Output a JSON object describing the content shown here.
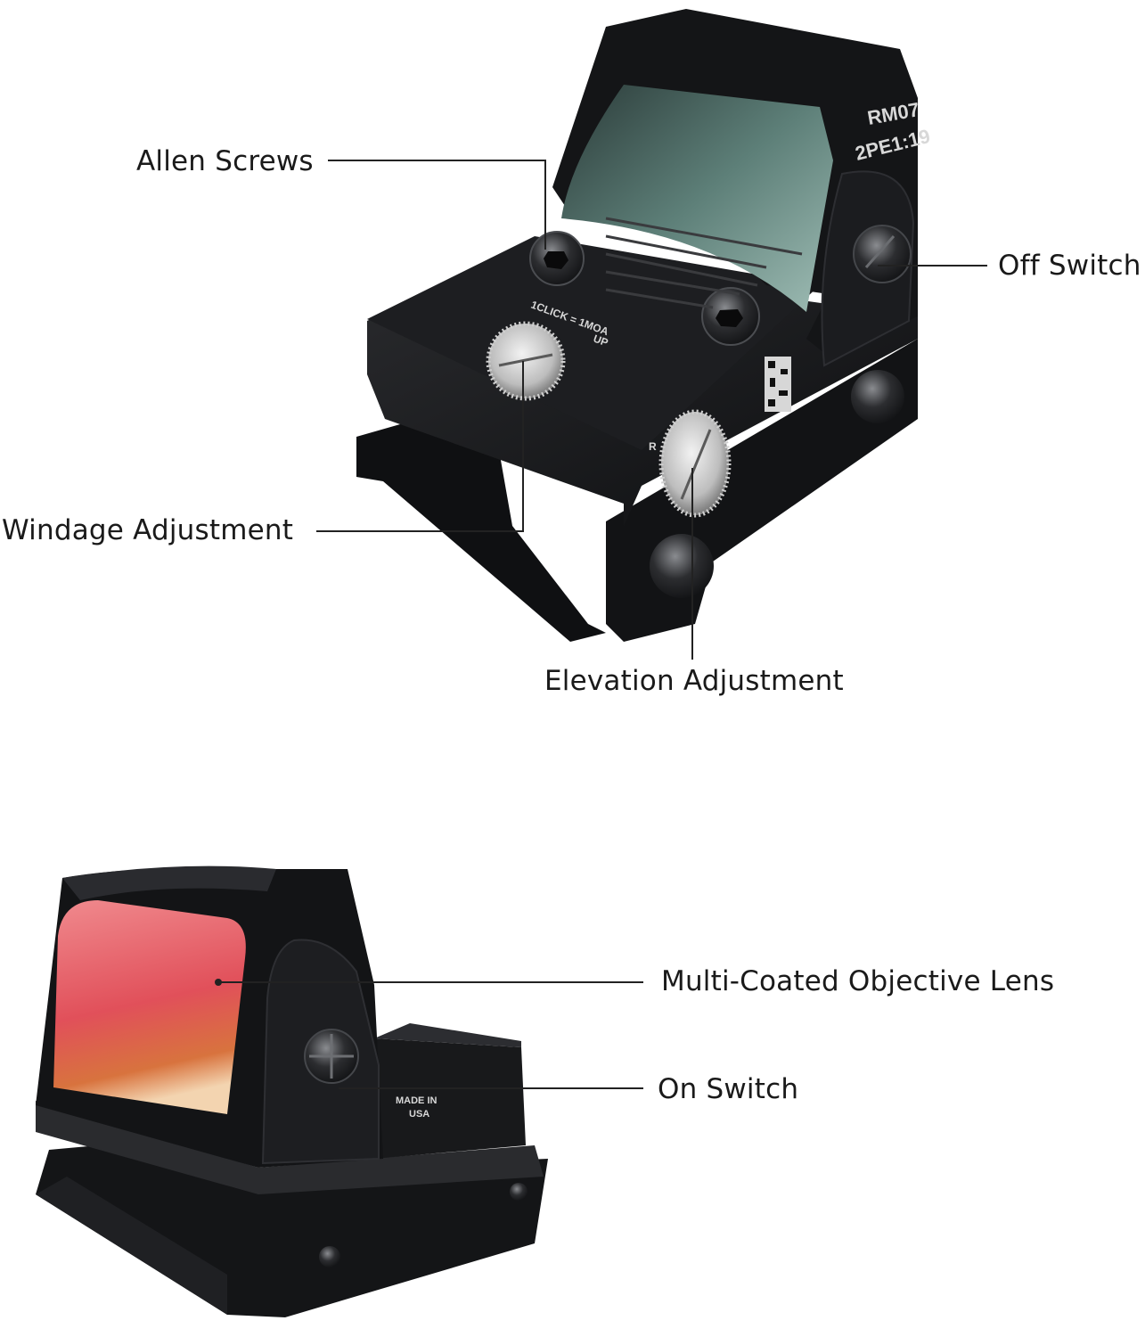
{
  "top_product": {
    "callouts": {
      "allen_screws": "Allen Screws",
      "off_switch": "Off Switch",
      "windage": "Windage Adjustment",
      "elevation": "Elevation Adjustment"
    },
    "engravings": {
      "model": "RM07",
      "code": "2PE1:19",
      "click": "1CLICK = 1MOA",
      "up": "UP",
      "r_mark": "R"
    }
  },
  "bottom_product": {
    "callouts": {
      "lens": "Multi-Coated Objective Lens",
      "on_switch": "On Switch"
    },
    "engravings": {
      "made": "MADE IN",
      "usa": "USA"
    }
  },
  "colors": {
    "body": "#151618",
    "lens_top": "#3f5a56",
    "lens_bottom": "#e0515a",
    "leader": "#222222"
  }
}
